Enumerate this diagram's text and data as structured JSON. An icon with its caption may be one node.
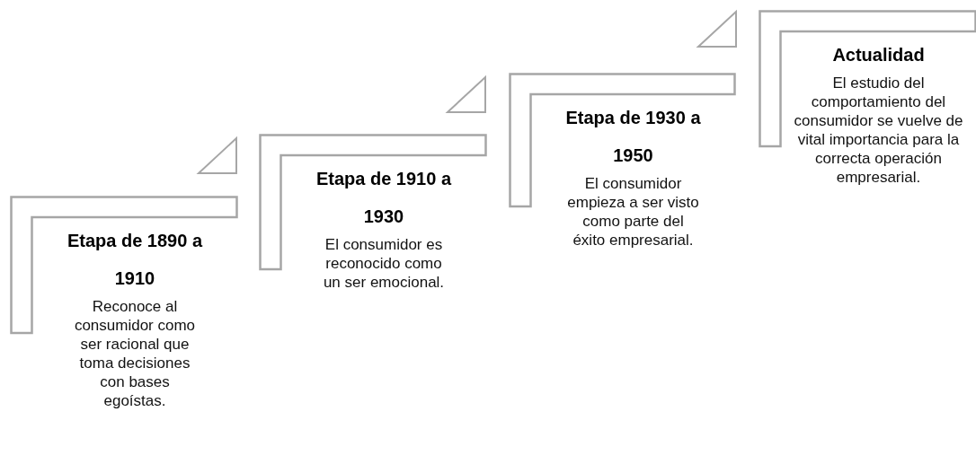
{
  "diagram": {
    "nodes": [
      {
        "text": [
          "Etapa de 1890 a 1910",
          "Reconoce al consumidor como ser racional que toma decisiones con bases egoístas."
        ]
      },
      {
        "text": [
          "Etapa de 1910 a 1930",
          "El consumidor es reconocido como un ser emocional."
        ]
      },
      {
        "text": [
          "Etapa de 1930 a 1950",
          "El consumidor empieza a ser visto como parte del éxito empresarial."
        ]
      },
      {
        "text": [
          "Actualidad",
          "El estudio del comportamiento del consumidor se vuelve de vital importancia para la correcta operación empresarial."
        ]
      }
    ]
  }
}
